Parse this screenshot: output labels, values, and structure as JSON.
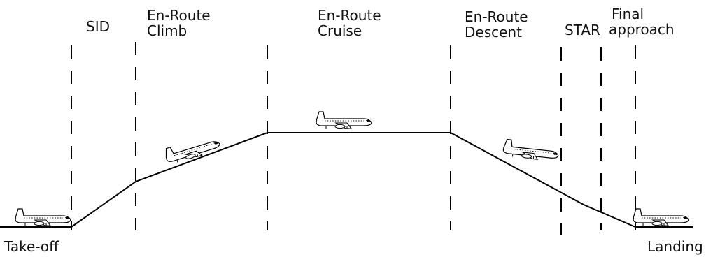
{
  "phases": [
    {
      "id": "sid",
      "lines": [
        "SID"
      ]
    },
    {
      "id": "climb",
      "lines": [
        "En-Route",
        "Climb"
      ]
    },
    {
      "id": "cruise",
      "lines": [
        "En-Route",
        "Cruise"
      ]
    },
    {
      "id": "descent",
      "lines": [
        "En-Route",
        "Descent"
      ]
    },
    {
      "id": "star",
      "lines": [
        "STAR"
      ]
    },
    {
      "id": "final",
      "lines": [
        "Final",
        "approach"
      ]
    }
  ],
  "endpoints": {
    "start": "Take-off",
    "end": "Landing"
  },
  "colors": {
    "line": "#000000",
    "plane_body": "#ffffff",
    "plane_outline": "#000000"
  }
}
